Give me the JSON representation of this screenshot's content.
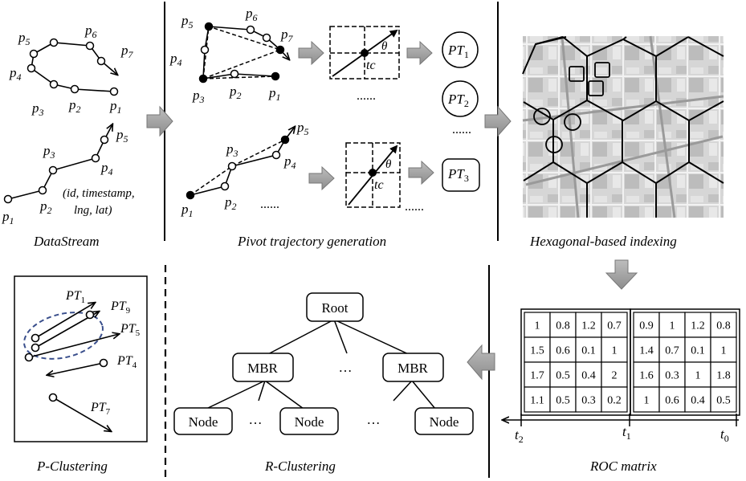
{
  "captions": {
    "datastream": "DataStream",
    "pivot": "Pivot trajectory generation",
    "hex": "Hexagonal-based indexing",
    "pclust": "P-Clustering",
    "rclust": "R-Clustering",
    "roc": "ROC matrix"
  },
  "datastream": {
    "traj1": {
      "p5": "5",
      "p6": "6",
      "p7": "7",
      "p4": "4",
      "p3": "3",
      "p2": "2",
      "p1": "1"
    },
    "traj2": {
      "p5": "5",
      "p4": "4",
      "p3": "3",
      "p2": "2",
      "p1": "1"
    },
    "tuple_line1": "(id, timestamp,",
    "tuple_line2": "lng, lat)"
  },
  "pivot": {
    "theta": "θ",
    "tc": "tc",
    "dots": "......",
    "pt1_sub": "1",
    "pt2_sub": "2",
    "pt3_sub": "3",
    "pt_prefix": "PT"
  },
  "rclust": {
    "root": "Root",
    "mbr": "MBR",
    "node": "Node",
    "ellipsis": "…",
    "ellipsis_short": "…"
  },
  "pclust": {
    "labels": [
      "1",
      "9",
      "5",
      "4",
      "7"
    ]
  },
  "roc": {
    "left_matrix": [
      [
        "1",
        "0.8",
        "1.2",
        "0.7"
      ],
      [
        "1.5",
        "0.6",
        "0.1",
        "1"
      ],
      [
        "1.7",
        "0.5",
        "0.4",
        "2"
      ],
      [
        "1.1",
        "0.5",
        "0.3",
        "0.2"
      ]
    ],
    "right_matrix": [
      [
        "0.9",
        "1",
        "1.2",
        "0.8"
      ],
      [
        "1.4",
        "0.7",
        "0.1",
        "1"
      ],
      [
        "1.6",
        "0.3",
        "1",
        "1.8"
      ],
      [
        "1",
        "0.6",
        "0.4",
        "0.5"
      ]
    ],
    "t2": "2",
    "t1": "1",
    "t0": "0"
  }
}
